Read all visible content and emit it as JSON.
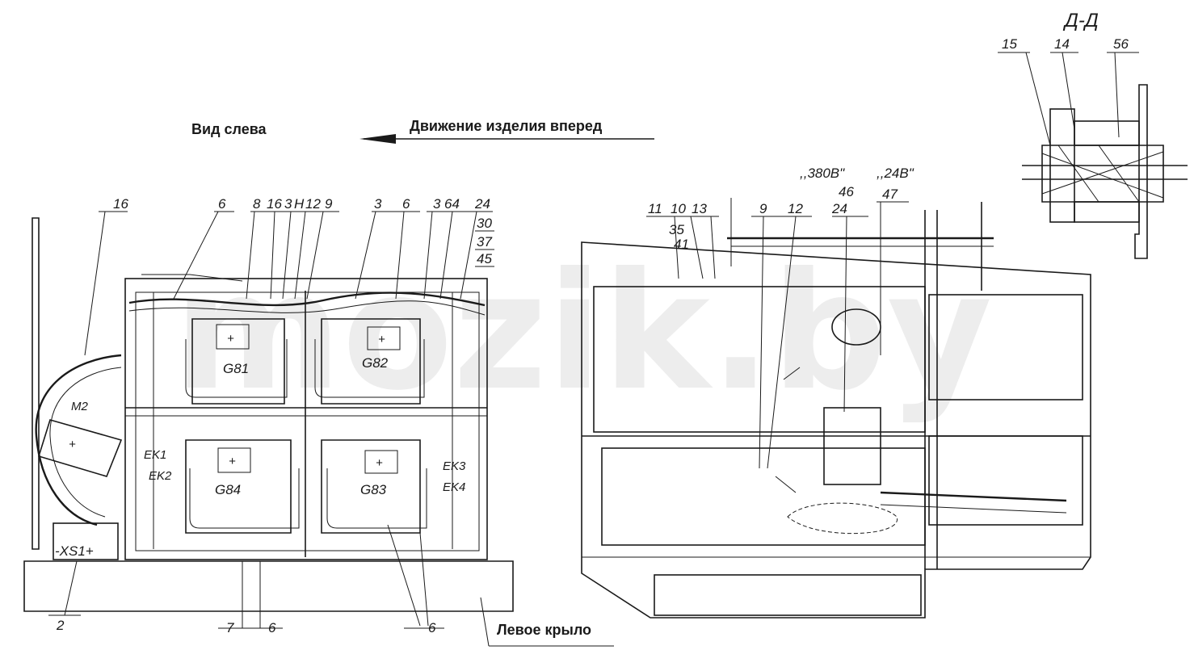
{
  "headings": {
    "view_left": "Вид слева",
    "direction": "Движение изделия вперед",
    "section": "Д-Д",
    "left_wing": "Левое крыло"
  },
  "watermark": "mozik.by",
  "batteries": {
    "g81": "G81",
    "g82": "G82",
    "g83": "G83",
    "g84": "G84"
  },
  "heaters": {
    "ek1": "EK1",
    "ek2": "EK2",
    "ek3": "EK3",
    "ek4": "EK4"
  },
  "components": {
    "motor": "M2",
    "connector": "-XS1+"
  },
  "voltages": {
    "v380": ",,380B\"",
    "v24": ",,24B\""
  },
  "callouts": {
    "left_top": [
      "16",
      "6",
      "8",
      "16",
      "3",
      "H",
      "12",
      "9",
      "3",
      "6",
      "3",
      "64",
      "24"
    ],
    "left_stack": [
      "30",
      "37",
      "45"
    ],
    "left_bottom": [
      "2",
      "7",
      "6",
      "6"
    ],
    "right_top": [
      "11",
      "10",
      "13",
      "9",
      "12",
      "46",
      "24",
      "47"
    ],
    "right_stack": [
      "35",
      "41"
    ],
    "section": [
      "15",
      "14",
      "56"
    ]
  }
}
